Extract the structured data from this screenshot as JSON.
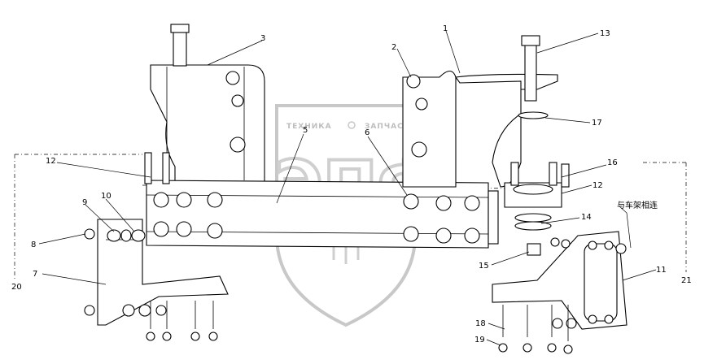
{
  "watermark": {
    "left_text": "ТЕХНИКА",
    "right_text": "ЗАПЧАСТИ",
    "letters": "ЭПФ"
  },
  "callouts": [
    {
      "id": "c1",
      "label": "1"
    },
    {
      "id": "c2",
      "label": "2"
    },
    {
      "id": "c3",
      "label": "3"
    },
    {
      "id": "c5",
      "label": "5"
    },
    {
      "id": "c6",
      "label": "6"
    },
    {
      "id": "c7",
      "label": "7"
    },
    {
      "id": "c8",
      "label": "8"
    },
    {
      "id": "c9",
      "label": "9"
    },
    {
      "id": "c10",
      "label": "10"
    },
    {
      "id": "c11",
      "label": "11"
    },
    {
      "id": "c12a",
      "label": "12"
    },
    {
      "id": "c12b",
      "label": "12"
    },
    {
      "id": "c13",
      "label": "13"
    },
    {
      "id": "c14",
      "label": "14"
    },
    {
      "id": "c15",
      "label": "15"
    },
    {
      "id": "c16",
      "label": "16"
    },
    {
      "id": "c17",
      "label": "17"
    },
    {
      "id": "c18",
      "label": "18"
    },
    {
      "id": "c19",
      "label": "19"
    },
    {
      "id": "c20",
      "label": "20"
    },
    {
      "id": "c21",
      "label": "21"
    }
  ],
  "note": "与车架相连"
}
